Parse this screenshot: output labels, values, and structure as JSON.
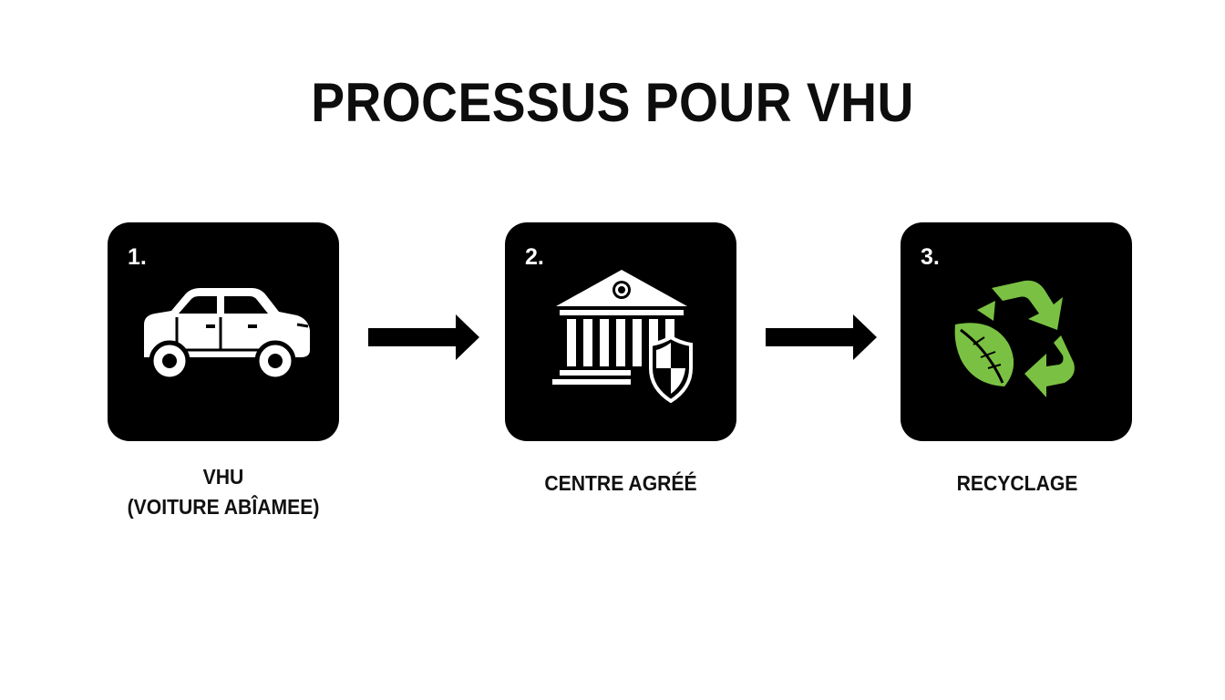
{
  "title": "PROCESSUS POUR VHU",
  "colors": {
    "tile_background": "#000000",
    "icon_white": "#ffffff",
    "recycle_green": "#7ac143",
    "text": "#111111"
  },
  "steps": [
    {
      "number": "1.",
      "icon": "car-icon",
      "label_lines": [
        "VHU",
        "(VOITURE ABÎAMEE)"
      ]
    },
    {
      "number": "2.",
      "icon": "bank-shield-icon",
      "label_lines": [
        "CENTRE AGRÉÉ"
      ]
    },
    {
      "number": "3.",
      "icon": "recycle-leaf-icon",
      "label_lines": [
        "RECYCLAGE"
      ]
    }
  ],
  "arrows": [
    "arrow-right-icon",
    "arrow-right-icon"
  ]
}
